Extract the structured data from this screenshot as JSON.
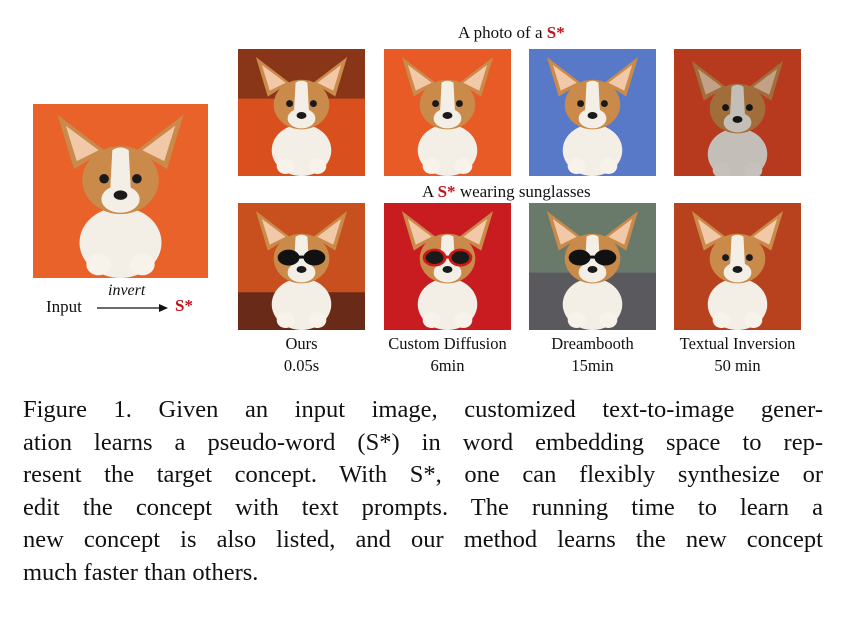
{
  "figure": {
    "input_label": "Input",
    "invert_label": "invert",
    "token": "S*",
    "row1_prompt": {
      "prefix": "A photo of a ",
      "token": "S*",
      "suffix": ""
    },
    "row2_prompt": {
      "prefix": "A ",
      "token": "S*",
      "suffix": " wearing sunglasses"
    },
    "methods": [
      {
        "name": "Ours",
        "time": "0.05s"
      },
      {
        "name": "Custom Diffusion",
        "time": "6min"
      },
      {
        "name": "Dreambooth",
        "time": "15min"
      },
      {
        "name": "Textual Inversion",
        "time": "50 min"
      }
    ]
  },
  "caption_lines": [
    "Figure 1. Given an input image, customized text-to-image gener-",
    "ation learns a pseudo-word (S*) in word embedding space to rep-",
    "resent the target concept. With S*, one can flexibly synthesize or",
    "edit the concept with text prompts.  The running time to learn a",
    "new concept is also listed, and our method learns the new concept",
    "much faster than others."
  ],
  "colors": {
    "token_red": "#c0141c",
    "orange_bg": "#e8622a",
    "blue_bg": "#5878c8",
    "dark_red_bg": "#b83a1e"
  }
}
